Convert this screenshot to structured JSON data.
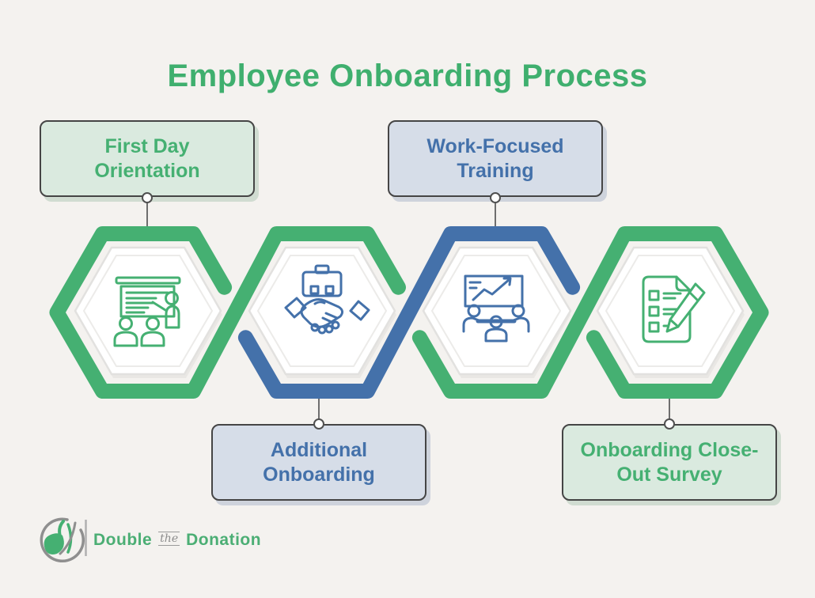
{
  "title": "Employee Onboarding Process",
  "colors": {
    "green": "#45B072",
    "blue": "#4471AA",
    "light_green": "#DAEADF",
    "light_blue": "#D6DDE8",
    "background": "#F4F2EF",
    "box_border": "#454545"
  },
  "steps": [
    {
      "label": "First Day Orientation",
      "theme": "green",
      "icon": "presentation-icon",
      "label_position": "top"
    },
    {
      "label": "Additional Onboarding",
      "theme": "blue",
      "icon": "handshake-icon",
      "label_position": "bottom"
    },
    {
      "label": "Work-Focused Training",
      "theme": "blue",
      "icon": "meeting-icon",
      "label_position": "top"
    },
    {
      "label": "Onboarding Close-Out Survey",
      "theme": "green",
      "icon": "survey-icon",
      "label_position": "bottom"
    }
  ],
  "logo": {
    "word_1": "Double",
    "word_2": "the",
    "word_3": "Donation"
  }
}
